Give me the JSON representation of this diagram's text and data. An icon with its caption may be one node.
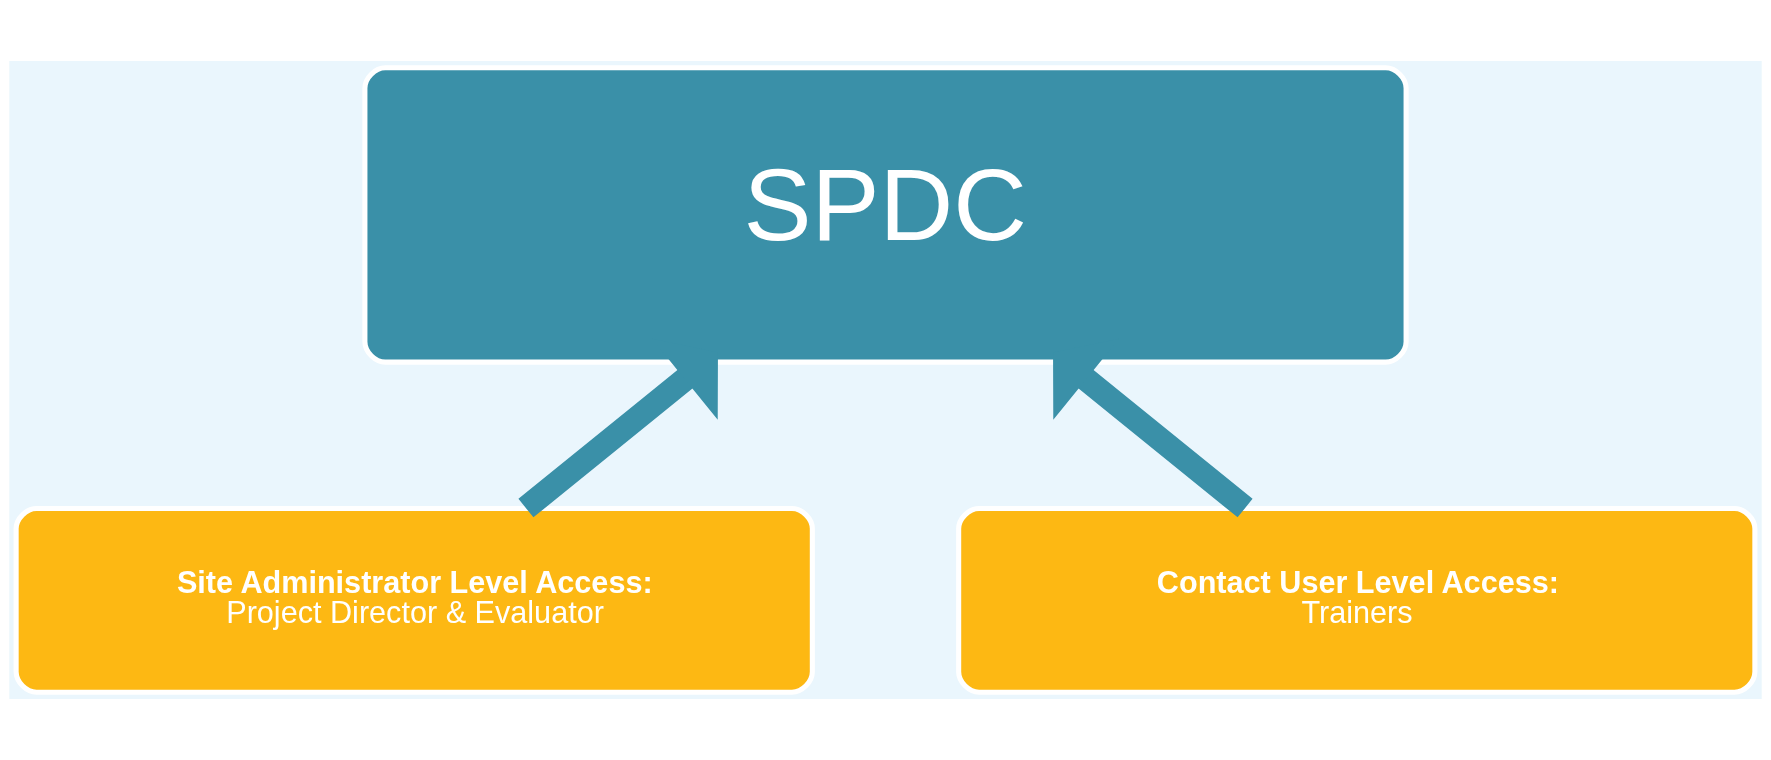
{
  "diagram": {
    "nodes": [
      {
        "text": [
          "SPDC"
        ]
      },
      {
        "text": [
          "Site Administrator Level Access:",
          "Project Director & Evaluator"
        ]
      },
      {
        "text": [
          "Contact User Level Access:",
          "Trainers"
        ]
      }
    ],
    "edges": [
      {
        "from": 1,
        "to": 0,
        "arrow": "to"
      },
      {
        "from": 2,
        "to": 0,
        "arrow": "to"
      }
    ]
  }
}
